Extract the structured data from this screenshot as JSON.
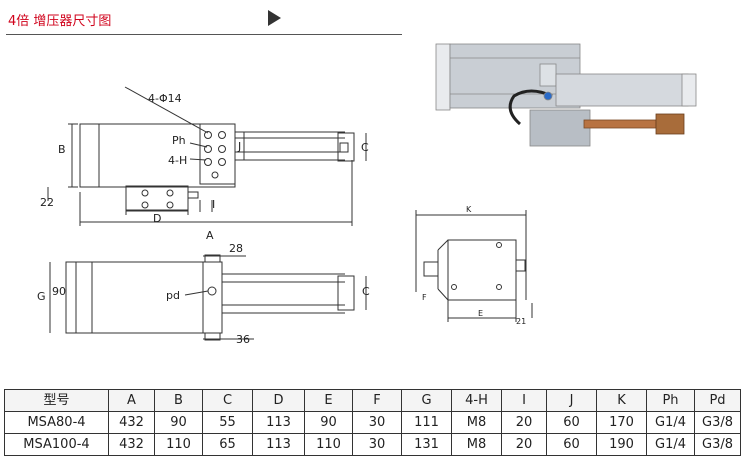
{
  "header": {
    "title": "4倍 增压器尺寸图"
  },
  "drawing_labels": {
    "holes": "4-Φ14",
    "ph": "Ph",
    "h": "4-H",
    "b": "B",
    "j": "J",
    "c_top": "C",
    "d22": "22",
    "d": "D",
    "i": "I",
    "a": "A",
    "d28": "28",
    "g": "G",
    "d90": "90",
    "pd": "pd",
    "c_bot": "C",
    "d36": "36",
    "k": "K",
    "f": "F",
    "e": "E",
    "d21": "21"
  },
  "spec_table": {
    "headers": [
      "型号",
      "A",
      "B",
      "C",
      "D",
      "E",
      "F",
      "G",
      "4-H",
      "I",
      "J",
      "K",
      "Ph",
      "Pd"
    ],
    "rows": [
      [
        "MSA80-4",
        "432",
        "90",
        "55",
        "113",
        "90",
        "30",
        "111",
        "M8",
        "20",
        "60",
        "170",
        "G1/4",
        "G3/8"
      ],
      [
        "MSA100-4",
        "432",
        "110",
        "65",
        "113",
        "110",
        "30",
        "131",
        "M8",
        "20",
        "60",
        "190",
        "G1/4",
        "G3/8"
      ]
    ]
  },
  "colors": {
    "title": "#d0021b",
    "body_silver": "#c9ced4",
    "copper": "#b87342"
  }
}
